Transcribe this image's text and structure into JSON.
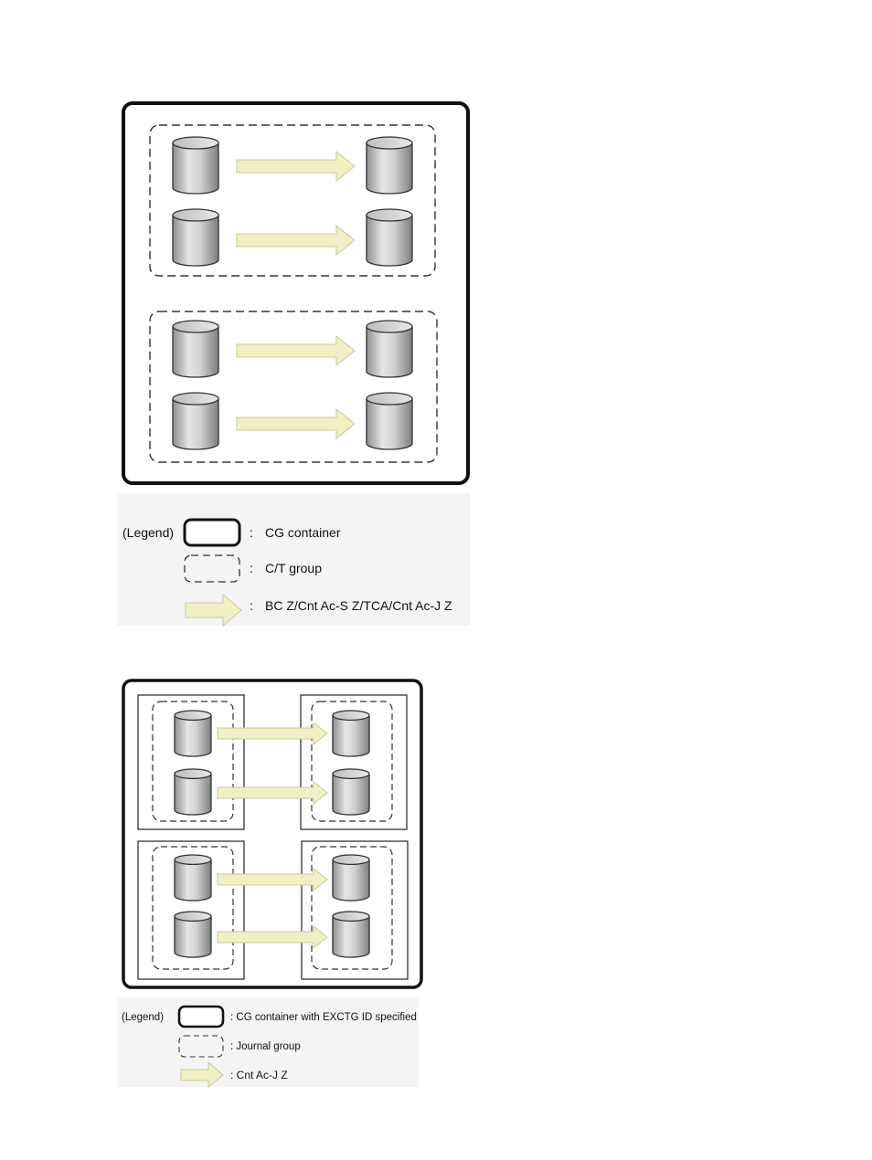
{
  "figure1": {
    "legend": {
      "title": "(Legend)",
      "items": [
        {
          "symbol": "solid-rounded-box",
          "text": "CG container"
        },
        {
          "symbol": "dashed-rounded-box",
          "text": "C/T group"
        },
        {
          "symbol": "arrow",
          "text": "BC Z/Cnt Ac-S Z/TCA/Cnt Ac-J Z"
        }
      ],
      "separator": ":"
    }
  },
  "figure2": {
    "legend": {
      "title": "(Legend)",
      "items": [
        {
          "symbol": "solid-rounded-box",
          "text": ": CG container with EXCTG ID specified"
        },
        {
          "symbol": "dashed-rounded-box",
          "text": ": Journal group"
        },
        {
          "symbol": "arrow",
          "text": ": Cnt Ac-J Z"
        }
      ]
    }
  },
  "colors": {
    "arrow_fill": "#f0f0c4",
    "arrow_stroke": "#c8c8a0",
    "legend_bg": "#f4f4f4",
    "cylinder_stroke": "#333333"
  }
}
